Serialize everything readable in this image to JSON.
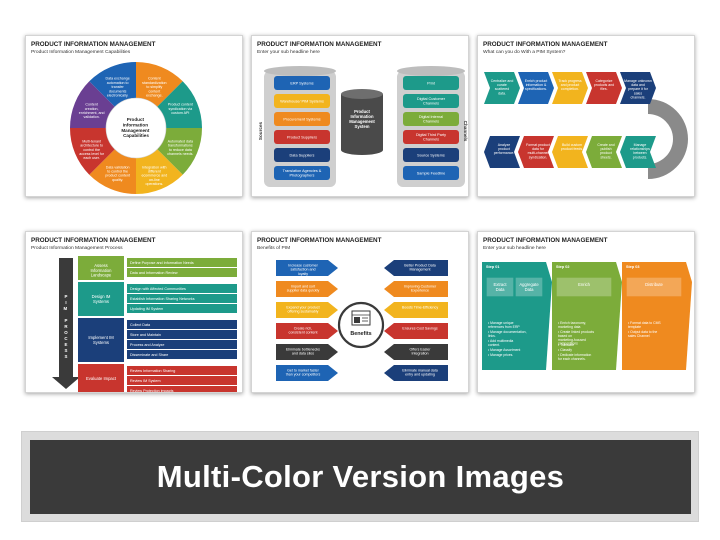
{
  "slides": [
    {
      "title": "PRODUCT INFORMATION MANAGEMENT",
      "subtitle": "Product Information Management Capabilities",
      "center_label": "Product Information Management Capabilities",
      "segments": [
        "Content standardization to simplify content exchange.",
        "Product content syndication via custom API",
        "Automated data transformations to reduce data channels needs.",
        "Integration with different ecommerce and on-line operations.",
        "Data validation to control the product content quality.",
        "Multi-tenant architecture to control the access level for each user.",
        "Content creation, enrichment, and validation.",
        "Data exchange automation to transfer documents electronically."
      ]
    },
    {
      "title": "PRODUCT INFORMATION MANAGEMENT",
      "subtitle": "Enter your sub headline here",
      "sources_label": "Sources",
      "channels_label": "Channels",
      "center_label": "Product Information Management System",
      "sources": [
        "ERP Systems",
        "Warehouse/ PIM Systems",
        "Procurement Systems",
        "Product Suppliers",
        "Data Suppliers",
        "Translation Agencies & Photographers"
      ],
      "channels": [
        "Print",
        "Digital Customer Channels",
        "Digital Internal Channels",
        "Digital Third Party Channels",
        "Source Systems",
        "Sample Feedline"
      ]
    },
    {
      "title": "PRODUCT INFORMATION MANAGEMENT",
      "subtitle": "What can you do With a PIM System?",
      "row1": [
        "Centralize and curate scattered data.",
        "Enrich product information & specifications.",
        "Track progress and product completion.",
        "Categorize products and files.",
        "Manage unknown data and prepare it for sales channels."
      ],
      "row2": [
        "Analyze product performance.",
        "Format product data for multi-channel syndication.",
        "Build custom product feeds.",
        "Create and publish product sheets.",
        "Manage relationships between products."
      ]
    },
    {
      "title": "PRODUCT INFORMATION MANAGEMENT",
      "subtitle": "Product Information Management Process",
      "arrow_label": "PIM PROCESS",
      "steps": [
        "Assess Information Landscape",
        "Design IM Systems",
        "Implement IM Systems",
        "Evaluate Impact"
      ],
      "details": [
        [
          "Define Purpose and Information Needs",
          "Data and Information Review"
        ],
        [
          "Design with Affected Communities",
          "Establish Information Sharing Networks",
          "Updating IM System"
        ],
        [
          "Collect Data",
          "Store and Maintain",
          "Process and Analyze",
          "Disseminate and Share"
        ],
        [
          "Review Information Sharing",
          "Review IM System",
          "Review Protection impacts"
        ]
      ]
    },
    {
      "title": "PRODUCT INFORMATION MANAGEMENT",
      "subtitle": "Benefits of PIM",
      "center_label": "Benefits",
      "left": [
        "Increase customer satisfaction and loyalty",
        "Import and sort supplier data quickly",
        "Expand your product offering sustainably",
        "Create rich, consistent content",
        "Eliminate bottlenecks and data silos",
        "Get to market faster than your competitors"
      ],
      "right": [
        "Better Product Data Management",
        "Improving Customer Experience",
        "Boosts Time-Efficiency",
        "Ensures Cost Savings",
        "Offers Easier Integration",
        "Eliminate manual data entry and updating"
      ]
    },
    {
      "title": "PRODUCT INFORMATION MANAGEMENT",
      "subtitle": "Enter your sub headline here",
      "steps": [
        {
          "step": "Step 01",
          "boxes": [
            "Extract Data",
            "Aggregate Data"
          ],
          "bullets": [
            "Manage unique references from ERP",
            "Manage documentation, links.",
            "Add multimedia content.",
            "Manage Assortment",
            "Manage prices."
          ]
        },
        {
          "step": "Step 02",
          "boxes": [
            "Enrich"
          ],
          "bullets": [
            "Enrich taxonomy, marketing data",
            "Create linked products based on marketing-focused compositions",
            "Translate",
            "Classify",
            "Dedicate information for each channels."
          ]
        },
        {
          "step": "Step 03",
          "boxes": [
            "Distribute"
          ],
          "bullets": [
            "Format data to CMS template",
            "Output data to the sales Channel"
          ]
        }
      ]
    }
  ],
  "banner": {
    "text": "Multi-Color Version Images"
  },
  "colors": {
    "red": "#c8352e",
    "orange": "#ef8a1f",
    "yellow": "#f2b41e",
    "green": "#7cac3a",
    "teal": "#1d9a8a",
    "blue": "#1e64b4",
    "navy": "#1b3f7a",
    "purple": "#6a3f92",
    "dark": "#3a3a3a",
    "gray": "#8a8a8a"
  }
}
